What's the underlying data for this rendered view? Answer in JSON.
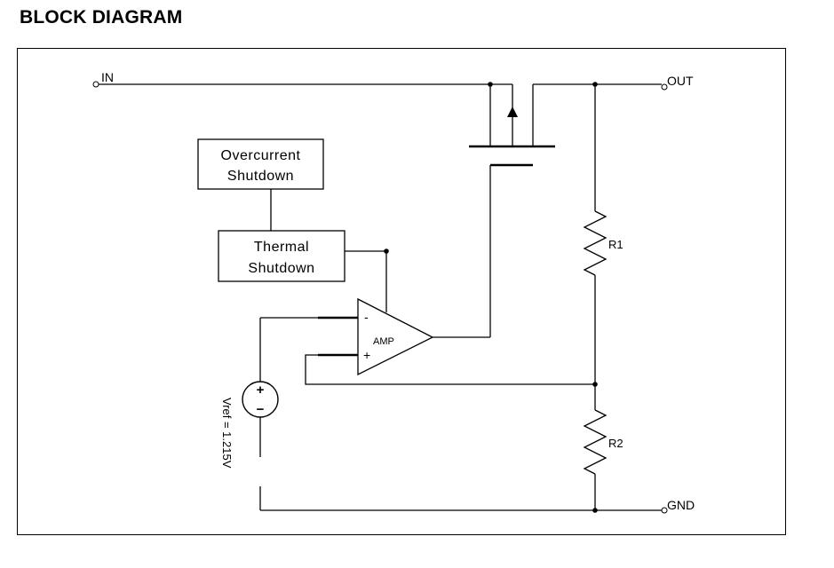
{
  "header": {
    "title": "BLOCK DIAGRAM"
  },
  "pins": {
    "in": "IN",
    "out": "OUT",
    "gnd": "GND"
  },
  "blocks": {
    "overcurrent": {
      "line1": "Overcurrent",
      "line2": "Shutdown"
    },
    "thermal": {
      "line1": "Thermal",
      "line2": "Shutdown"
    }
  },
  "amplifier": {
    "label": "AMP",
    "inverting": "-",
    "noninverting": "+"
  },
  "resistors": {
    "r1": "R1",
    "r2": "R2"
  },
  "reference": {
    "label": "Vref = 1.215V",
    "plus": "+",
    "minus": "−"
  }
}
